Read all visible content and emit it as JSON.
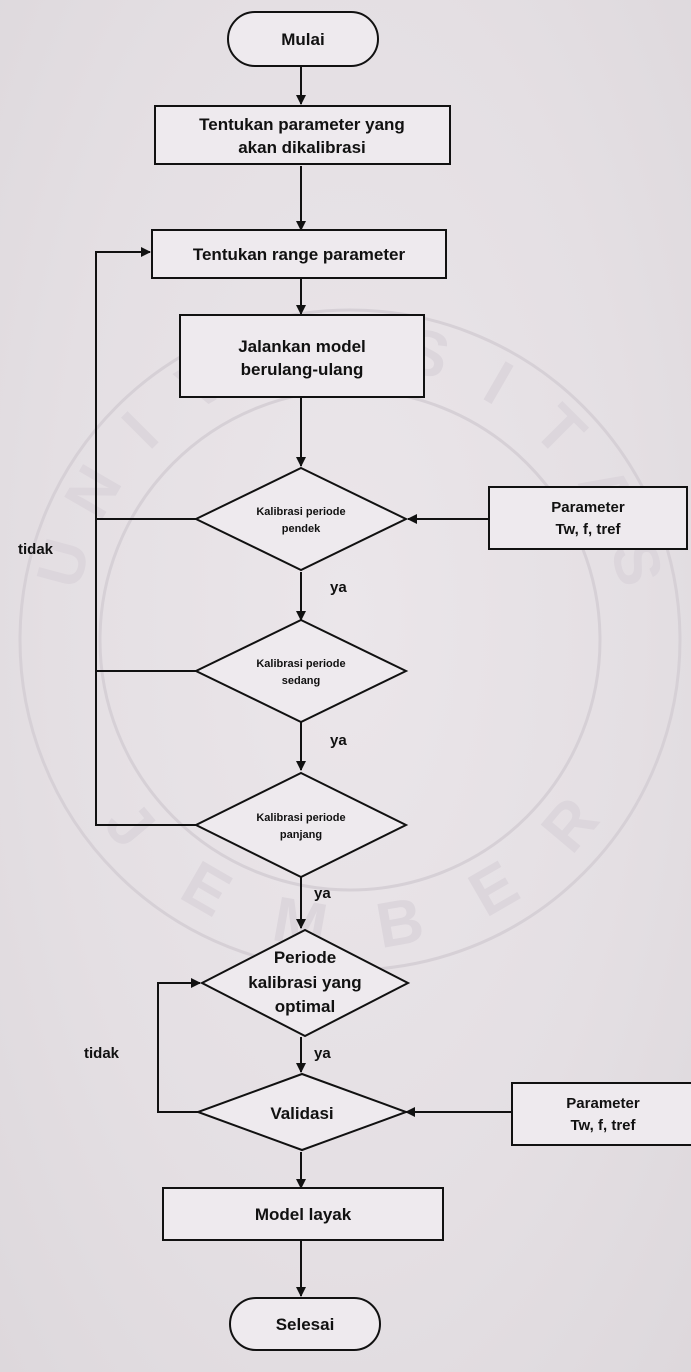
{
  "flowchart": {
    "start": "Mulai",
    "step1": [
      "Tentukan parameter yang",
      "akan dikalibrasi"
    ],
    "step2": "Tentukan range parameter",
    "step3": [
      "Jalankan model",
      "berulang-ulang"
    ],
    "decision1": [
      "Kalibrasi periode",
      "pendek"
    ],
    "decision2": [
      "Kalibrasi periode",
      "sedang"
    ],
    "decision3": [
      "Kalibrasi periode",
      "panjang"
    ],
    "decision4": [
      "Periode",
      "kalibrasi yang",
      "optimal"
    ],
    "decision5": "Validasi",
    "step4": "Model layak",
    "end": "Selesai",
    "param_box_1": [
      "Parameter",
      "Tw, f, tref"
    ],
    "param_box_2": [
      "Parameter",
      "Tw, f, tref"
    ],
    "label_yes_1": "ya",
    "label_yes_2": "ya",
    "label_yes_3": "ya",
    "label_yes_4": "ya",
    "label_no_1": "tidak",
    "label_no_2": "tidak"
  },
  "watermark": {
    "letters": [
      "U",
      "N",
      "I",
      "V",
      "E",
      "R",
      "S",
      "I",
      "T",
      "A",
      "S"
    ],
    "letters_bottom": [
      "J",
      "E",
      "M",
      "B",
      "E",
      "R"
    ]
  }
}
